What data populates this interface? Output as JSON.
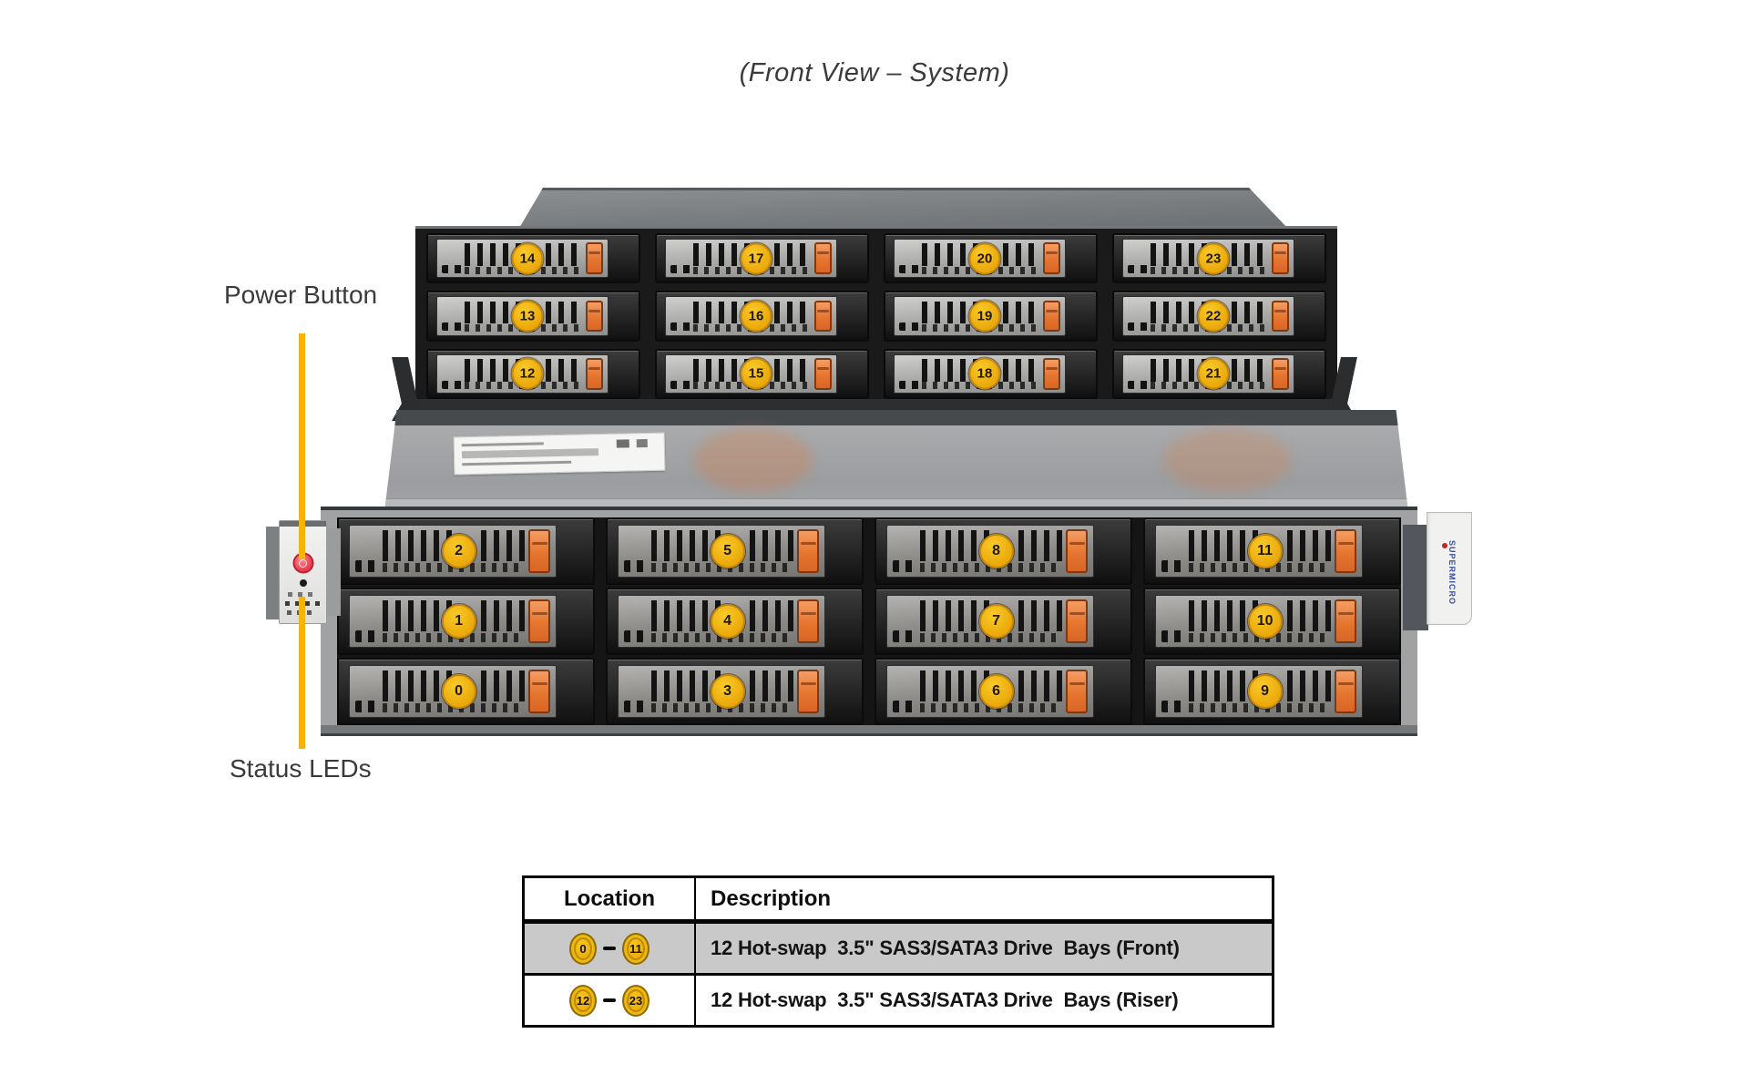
{
  "figure": {
    "title": "(Front View – System)",
    "callouts": {
      "power_button": "Power Button",
      "status_leds": "Status LEDs"
    },
    "brand_vertical": "SUPERMICRO"
  },
  "riser_section": {
    "rows": [
      [
        "14",
        "17",
        "20",
        "23"
      ],
      [
        "13",
        "16",
        "19",
        "22"
      ],
      [
        "12",
        "15",
        "18",
        "21"
      ]
    ]
  },
  "front_section": {
    "rows": [
      [
        "2",
        "5",
        "8",
        "11"
      ],
      [
        "1",
        "4",
        "7",
        "10"
      ],
      [
        "0",
        "3",
        "6",
        "9"
      ]
    ]
  },
  "legend_table": {
    "headers": [
      "Location",
      "Description"
    ],
    "rows": [
      {
        "range_start": "0",
        "range_end": "11",
        "description": "12 Hot-swap  3.5\" SAS3/SATA3 Drive  Bays (Front)"
      },
      {
        "range_start": "12",
        "range_end": "23",
        "description": "12 Hot-swap  3.5\" SAS3/SATA3 Drive  Bays (Riser)"
      }
    ]
  },
  "colors": {
    "badge_yellow": "#eaa70a",
    "badge_yellow_hi": "#f9cb28",
    "latch_orange": "#e5752f",
    "latch_orange_hi": "#f59d64",
    "callout_line": "#f6b40a",
    "table_row_gray": "#c9c9c9"
  }
}
